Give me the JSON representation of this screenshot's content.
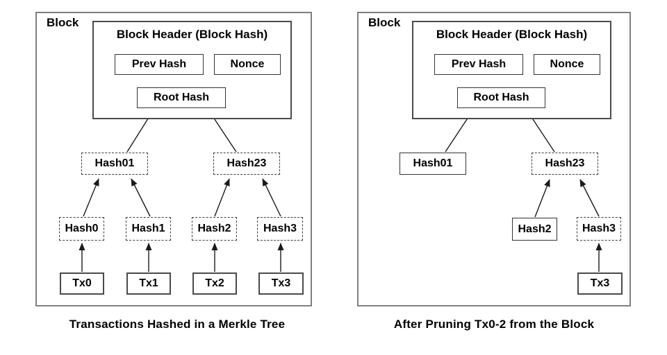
{
  "left": {
    "block_label": "Block",
    "header_title": "Block Header (Block Hash)",
    "fields": {
      "prev_hash": "Prev Hash",
      "nonce": "Nonce",
      "root_hash": "Root Hash"
    },
    "nodes": {
      "hash01": "Hash01",
      "hash23": "Hash23",
      "hash0": "Hash0",
      "hash1": "Hash1",
      "hash2": "Hash2",
      "hash3": "Hash3",
      "tx0": "Tx0",
      "tx1": "Tx1",
      "tx2": "Tx2",
      "tx3": "Tx3"
    },
    "caption": "Transactions Hashed in a Merkle Tree"
  },
  "right": {
    "block_label": "Block",
    "header_title": "Block Header (Block Hash)",
    "fields": {
      "prev_hash": "Prev Hash",
      "nonce": "Nonce",
      "root_hash": "Root Hash"
    },
    "nodes": {
      "hash01": "Hash01",
      "hash23": "Hash23",
      "hash2": "Hash2",
      "hash3": "Hash3",
      "tx3": "Tx3"
    },
    "caption": "After Pruning Tx0-2 from the Block"
  },
  "colors": {
    "outer_border": "#7f7f7f",
    "box_border": "#4a4a4a",
    "dashed_border": "#3d3d3d",
    "arrow": "#1a1a1a",
    "text": "#000000",
    "background": "#ffffff"
  }
}
